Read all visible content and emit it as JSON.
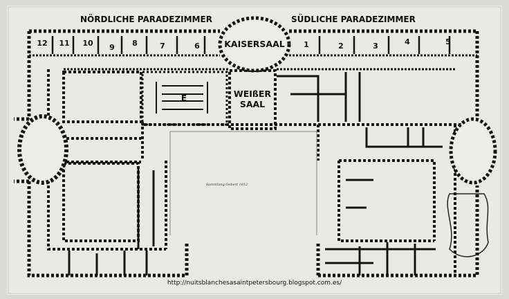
{
  "headings": {
    "north": "NÖRDLICHE PARADEZIMMER",
    "south": "SÜDLICHE PARADEZIMMER"
  },
  "halls": {
    "kaisersaal": "KAISERSAAL",
    "weisser_line1": "WEIßER",
    "weisser_line2": "SAAL",
    "e": "E"
  },
  "north_rooms": [
    "12",
    "11",
    "10",
    "9",
    "8",
    "7",
    "6"
  ],
  "south_rooms": [
    "1",
    "2",
    "3",
    "4",
    "5"
  ],
  "signature": "Sammlung Gebert 1812",
  "source_url": "http://nuitsblanchesasaintpetersbourg.blogspot.com.es/",
  "colors": {
    "paper": "#e8e8e4",
    "ink": "#151515",
    "background": "#d9d9d6"
  }
}
